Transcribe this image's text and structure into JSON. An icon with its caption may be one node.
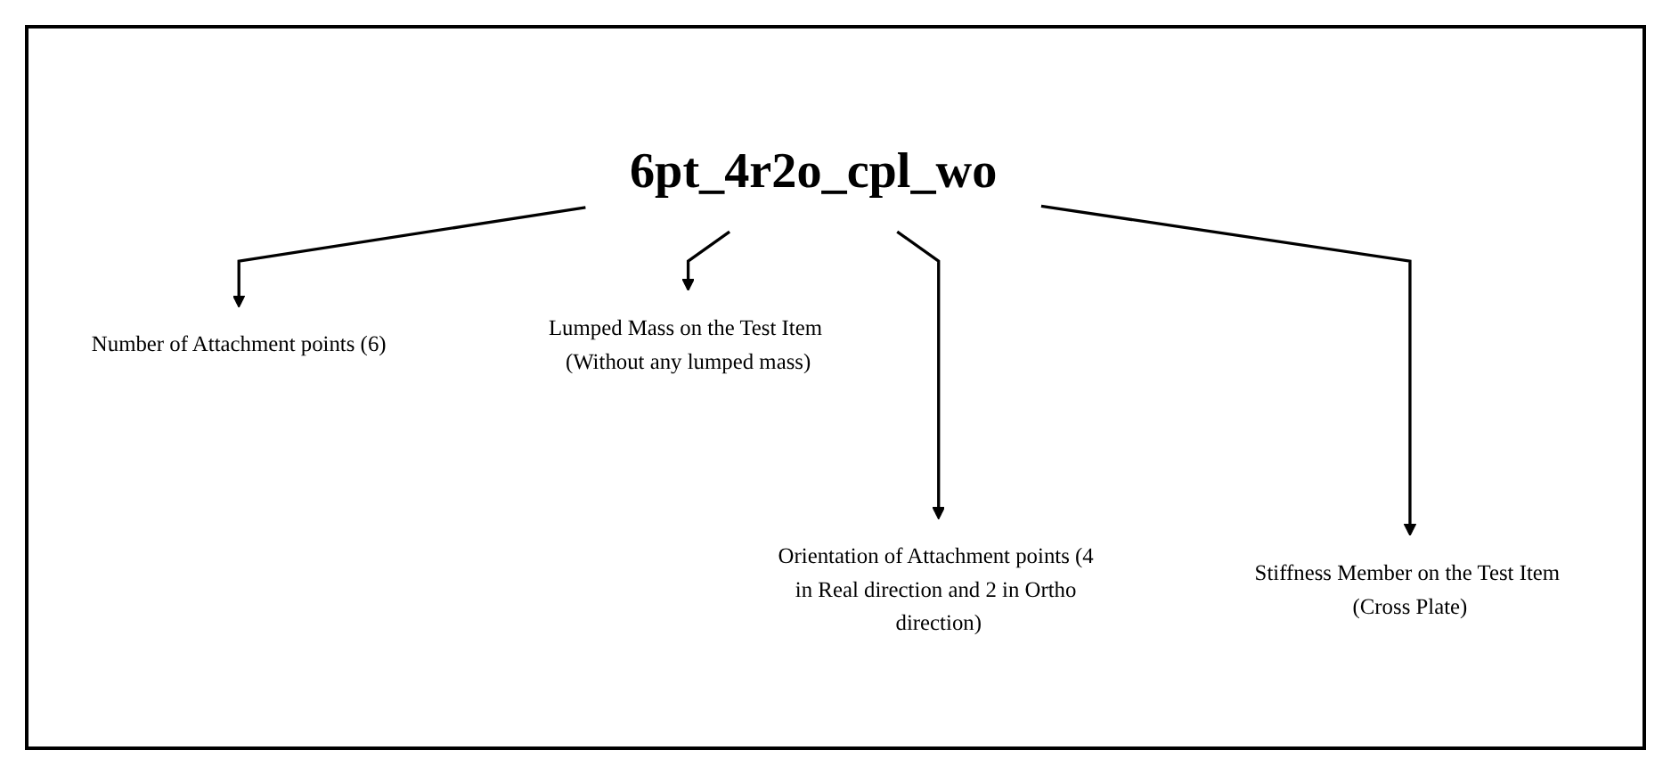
{
  "diagram": {
    "nodes": [
      {
        "text": [
          "6pt_4r2o_cpl_wo"
        ]
      },
      {
        "text": [
          "Number of Attachment points (6)"
        ]
      },
      {
        "text": [
          "Orientation of Attachment points (4 in Real direction and 2 in Ortho direction)"
        ]
      },
      {
        "text": [
          "Stiffness Member on the Test Item (Cross Plate)"
        ]
      },
      {
        "text": [
          "Lumped Mass on the Test Item (Without any lumped mass)"
        ]
      }
    ],
    "edges": [
      {
        "from": 0,
        "to": 1,
        "arrow": "to"
      },
      {
        "from": 0,
        "to": 2,
        "arrow": "to"
      },
      {
        "from": 0,
        "to": 3,
        "arrow": "to"
      },
      {
        "from": 0,
        "to": 4,
        "arrow": "to"
      }
    ]
  }
}
